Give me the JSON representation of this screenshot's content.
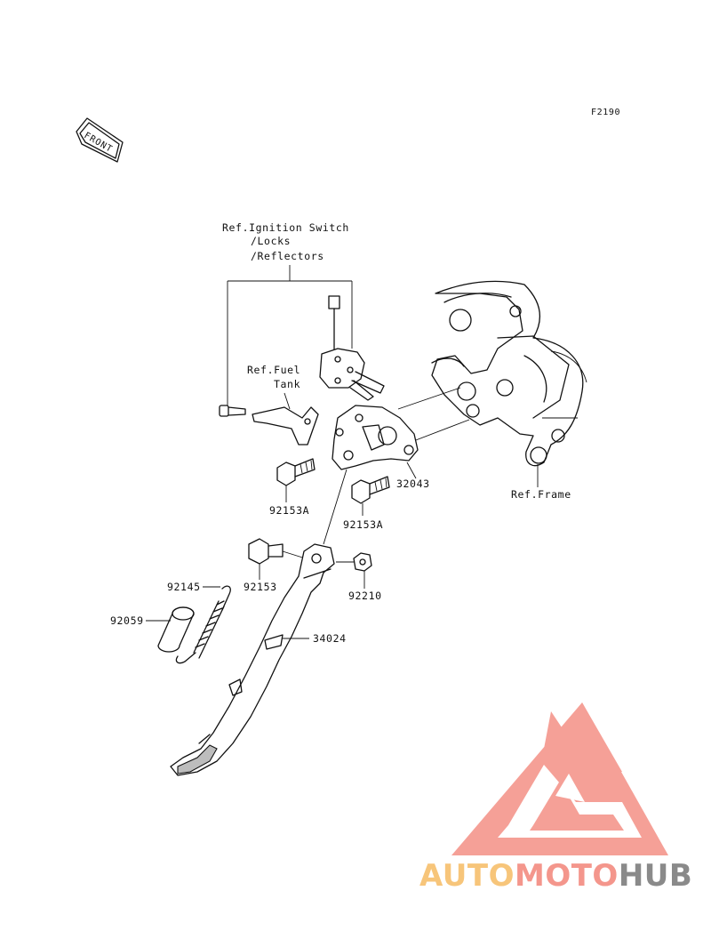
{
  "figure_code": "F2190",
  "front_badge": "FRONT",
  "references": {
    "ignition_line1": "Ref.Ignition Switch",
    "ignition_line2": "/Locks",
    "ignition_line3": "/Reflectors",
    "fuel_line1": "Ref.Fuel",
    "fuel_line2": "Tank",
    "frame": "Ref.Frame"
  },
  "parts": {
    "bracket": "32043",
    "bolt_left": "92153A",
    "bolt_right": "92153A",
    "pivot_bolt": "92153",
    "nut": "92210",
    "spring": "92145",
    "collar": "92059",
    "stand": "34024"
  },
  "watermark": {
    "part1": "AUTO",
    "part2": "MOTO",
    "part3": "HUB",
    "colors": {
      "auto": "#f7c57a",
      "moto": "#f4968c",
      "hub": "#8a8a8a",
      "triangle": "#f4968c"
    }
  }
}
